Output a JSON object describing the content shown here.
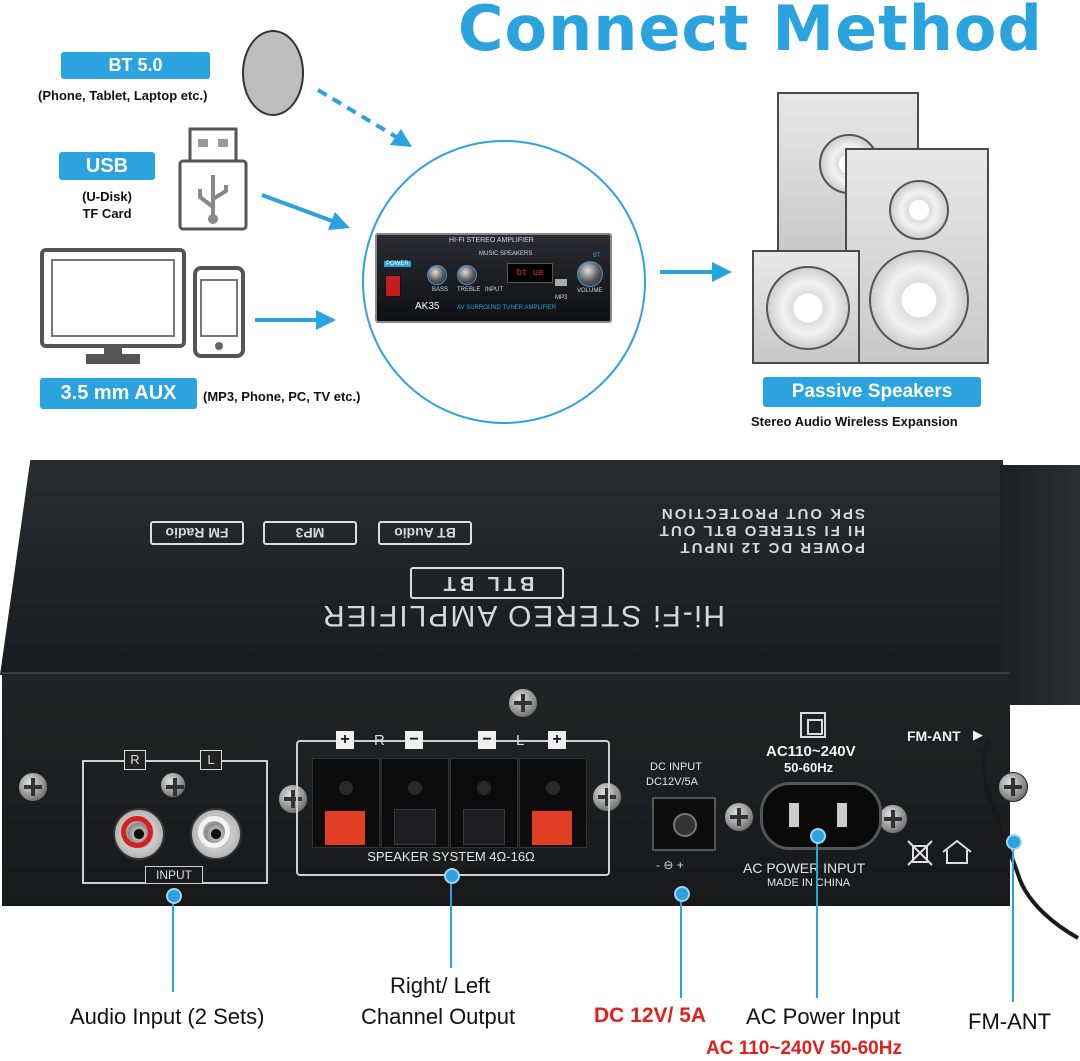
{
  "title": "Connect Method",
  "inputs": {
    "bt": {
      "label": "BT 5.0",
      "note": "(Phone, Tablet, Laptop etc.)"
    },
    "usb": {
      "label": "USB",
      "note_line1": "(U-Disk)",
      "note_line2": "TF Card"
    },
    "aux": {
      "label": "3.5 mm AUX",
      "note": "(MP3, Phone, PC, TV etc.)"
    }
  },
  "amplifier_front": {
    "header": "HI-FI STEREO AMPLIFIER",
    "music": "MUSIC SPEAKERS",
    "power": "POWER",
    "model": "AK35",
    "bass": "BASS",
    "treble": "TREBLE",
    "input": "INPUT",
    "volume": "VOLUME",
    "bt": "BT",
    "mp3": "MP3",
    "surround": "AV SURROUND TUNER AMPLIFIER",
    "display": "bt ue"
  },
  "output": {
    "label": "Passive Speakers",
    "note": "Stereo Audio Wireless Expansion"
  },
  "device_top": {
    "main_title": "Hi-Fi STEREO AMPLIFIER",
    "badge_btl": "BTL BT",
    "badge_fm": "FM Radio",
    "badge_mp3": "MP3",
    "badge_bt": "BT Audio",
    "features": [
      "POWER DC 12 INPUT",
      "HI FI STEREO BTL OUT",
      "SPK OUT PROTECTION"
    ]
  },
  "device_back": {
    "input_r": "R",
    "input_l": "L",
    "input_label": "INPUT",
    "speaker_r": "R",
    "speaker_l": "L",
    "speaker_label": "SPEAKER SYSTEM 4Ω-16Ω",
    "dc_line1": "DC INPUT",
    "dc_line2": "DC12V/5A",
    "ac_line1": "AC110~240V",
    "ac_line2": "50-60Hz",
    "ac_power": "AC POWER INPUT",
    "made_in": "MADE IN CHINA",
    "fm_ant": "FM-ANT"
  },
  "callouts": {
    "audio_input": "Audio Input (2 Sets)",
    "channel_line1": "Right/ Left",
    "channel_line2": "Channel Output",
    "dc": "DC 12V/ 5A",
    "ac": "AC Power Input",
    "ac_spec": "AC 110~240V 50-60Hz",
    "fm": "FM-ANT"
  },
  "colors": {
    "accent": "#2aa3df",
    "warning_red": "#e0201b"
  }
}
